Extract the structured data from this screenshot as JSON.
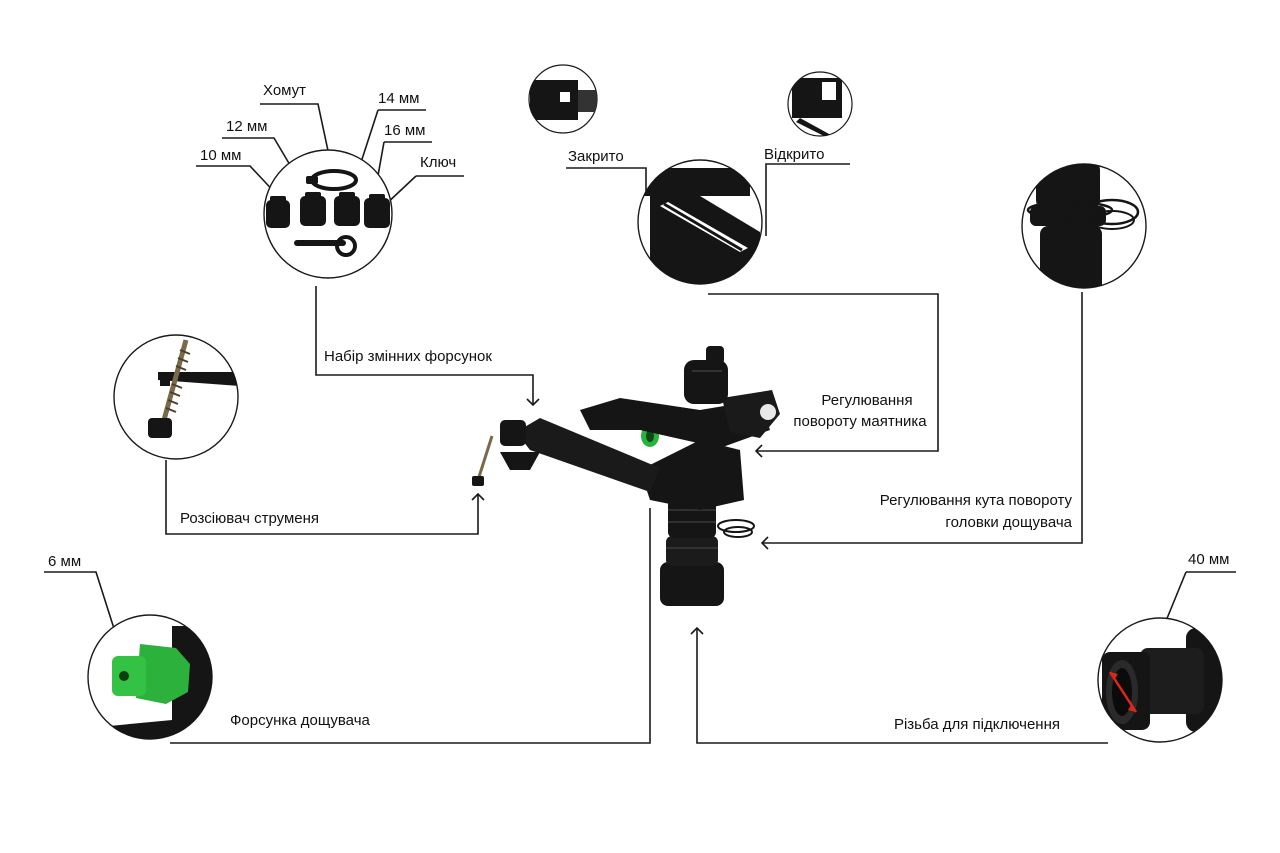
{
  "colors": {
    "background": "#ffffff",
    "line": "#1a1a1a",
    "body": "#111111",
    "accent_green": "#2bb13c",
    "arrow_red": "#e0251b"
  },
  "labels": {
    "clamp": "Хомут",
    "mm14": "14 мм",
    "mm12": "12 мм",
    "mm16": "16 мм",
    "mm10": "10 мм",
    "key": "Ключ",
    "closed": "Закрито",
    "open": "Відкрито",
    "nozzle_set": "Набір змінних форсунок",
    "pendulum_line1": "Регулювання",
    "pendulum_line2": "повороту маятника",
    "diffuser": "Розсіювач струменя",
    "angle_line1": "Регулювання кута повороту",
    "angle_line2": "головки дощувача",
    "mm6": "6 мм",
    "mm40": "40 мм",
    "sprinkler_nozzle": "Форсунка дощувача",
    "thread": "Різьба для підключення"
  },
  "icons": {
    "nozzle_kit": "nozzle-kit-icon",
    "lever_closed_open": "pendulum-lever-icon",
    "spring_ring": "spring-clip-icon",
    "diffuser_screw": "diffuser-screw-icon",
    "green_nozzle": "green-nozzle-icon",
    "thread_connector": "thread-connector-icon",
    "sprinkler": "impact-sprinkler-icon"
  }
}
